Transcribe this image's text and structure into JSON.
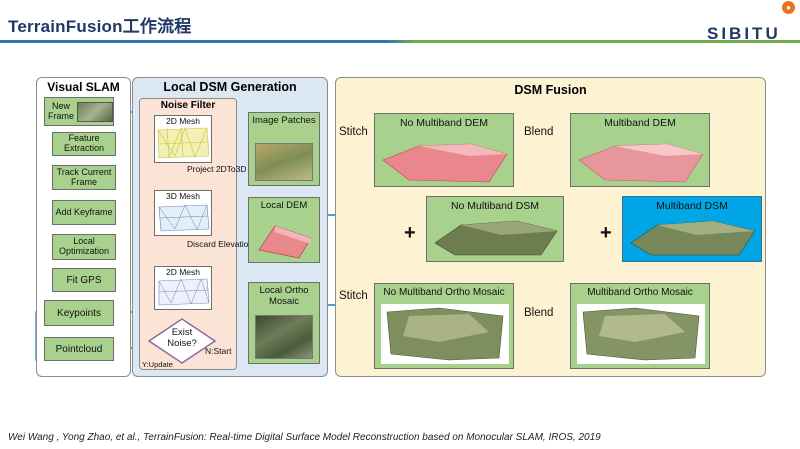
{
  "header": {
    "title": "TerrainFusion工作流程",
    "brand": "SIBITU",
    "accent_blue": "#2e75b6",
    "accent_green": "#70ad47"
  },
  "panels": {
    "visual_slam": "Visual SLAM",
    "local_dsm": "Local DSM Generation",
    "noise_filter": "Noise Filter",
    "dsm_fusion": "DSM Fusion"
  },
  "slam_steps": [
    "New Frame",
    "Feature Extraction",
    "Track Current Frame",
    "Add Keyframe",
    "Local Optimization",
    "Fit GPS",
    "Keypoints",
    "Pointcloud"
  ],
  "noise_filter": {
    "mesh_2d_a": "2D Mesh",
    "project": "Project 2DTo3D",
    "mesh_3d": "3D Mesh",
    "discard": "Discard Elevation",
    "mesh_2d_b": "2D Mesh",
    "decision": "Exist Noise?",
    "no_start": "N:Start",
    "y_update": "Y:Update"
  },
  "local_outputs": [
    "Image Patches",
    "Local DEM",
    "Local Ortho Mosaic"
  ],
  "fusion": {
    "stitch": "Stitch",
    "blend": "Blend",
    "no_mb_dem": "No Multiband DEM",
    "mb_dem": "Multiband DEM",
    "no_mb_dsm": "No Multiband DSM",
    "mb_dsm": "Multiband DSM",
    "no_mb_ortho": "No Multiband Ortho Mosaic",
    "mb_ortho": "Multiband Ortho Mosaic",
    "plus": "+"
  },
  "caption": "Wei Wang , Yong Zhao, et al., TerrainFusion: Real-time Digital Surface Model Reconstruction based on Monocular SLAM, IROS, 2019"
}
